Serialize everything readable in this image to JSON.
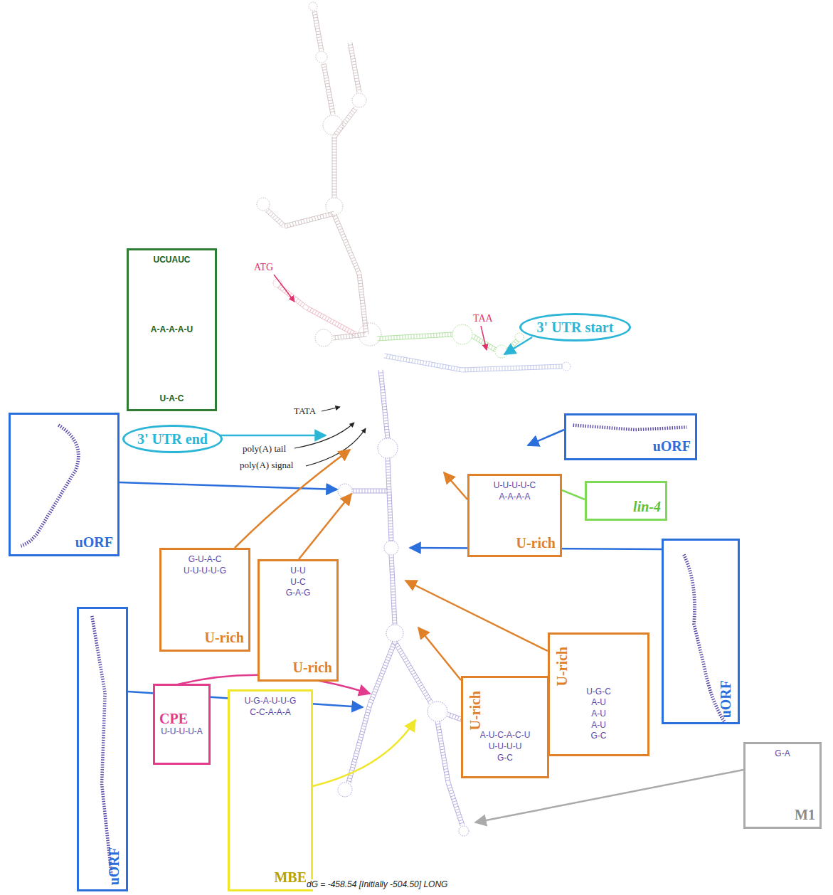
{
  "diagram": {
    "nodes": [
      {
        "text": [
          "UCUAUC",
          "A-A-A-A-U",
          "U-A-C"
        ]
      },
      {
        "text": [
          "uORF"
        ]
      },
      {
        "text": [
          "3' UTR end"
        ]
      },
      {
        "text": [
          "3' UTR start"
        ]
      },
      {
        "text": [
          "uORF"
        ]
      },
      {
        "text": [
          "lin-4"
        ]
      },
      {
        "text": [
          "U-rich",
          "U-U-U-U-C",
          "A-A-A-A"
        ]
      },
      {
        "text": [
          "U-rich",
          "G-U-A-C",
          "U-U-U-U-G"
        ]
      },
      {
        "text": [
          "U-rich",
          "U-U",
          "U-C",
          "G-A-G"
        ]
      },
      {
        "text": [
          "uORF"
        ]
      },
      {
        "text": [
          "U-rich",
          "U-G-C",
          "A-U",
          "A-U",
          "A-U",
          "G-C"
        ]
      },
      {
        "text": [
          "U-rich",
          "A-U-C-A-C-U",
          "U-U-U-U",
          "G-C"
        ]
      },
      {
        "text": [
          "uORF"
        ]
      },
      {
        "text": [
          "CPE",
          "U-U-U-U-A"
        ]
      },
      {
        "text": [
          "MBE",
          "U-G-A-U-U-G",
          "C-C-A-A-A"
        ]
      },
      {
        "text": [
          "M1",
          "G-A"
        ]
      }
    ],
    "labels": [
      "ATG",
      "TAA",
      "TATA",
      "poly(A) tail",
      "poly(A) signal",
      "dG = -458.54 [Initially -504.50] LONG"
    ]
  }
}
